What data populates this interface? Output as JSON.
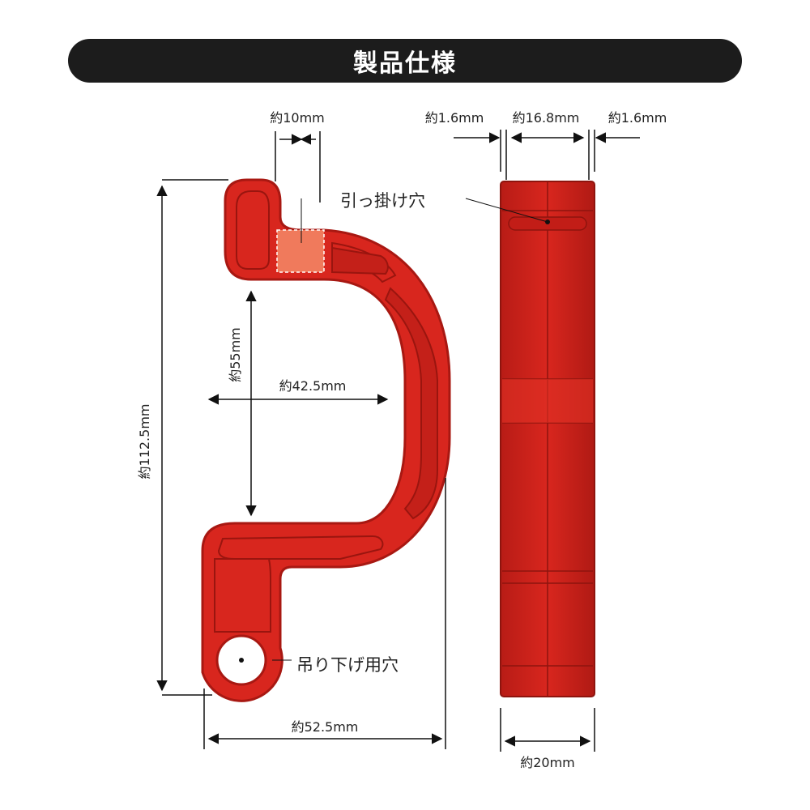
{
  "header": {
    "title": "製品仕様"
  },
  "colors": {
    "product": "#d8261e",
    "product_dark": "#a81812",
    "product_light": "#e8483e",
    "highlight": "#f07a5c",
    "title_bar": "#1c1c1c"
  },
  "callouts": {
    "hook_hole": "引っ掛け穴",
    "hanging_hole": "吊り下げ用穴"
  },
  "dimensions": {
    "neck_width": "約10mm",
    "inner_height": "約55mm",
    "inner_width": "約42.5mm",
    "total_height": "約112.5mm",
    "total_width": "約52.5mm",
    "side_edge_left": "約1.6mm",
    "side_middle": "約16.8mm",
    "side_edge_right": "約1.6mm",
    "side_total": "約20mm"
  }
}
